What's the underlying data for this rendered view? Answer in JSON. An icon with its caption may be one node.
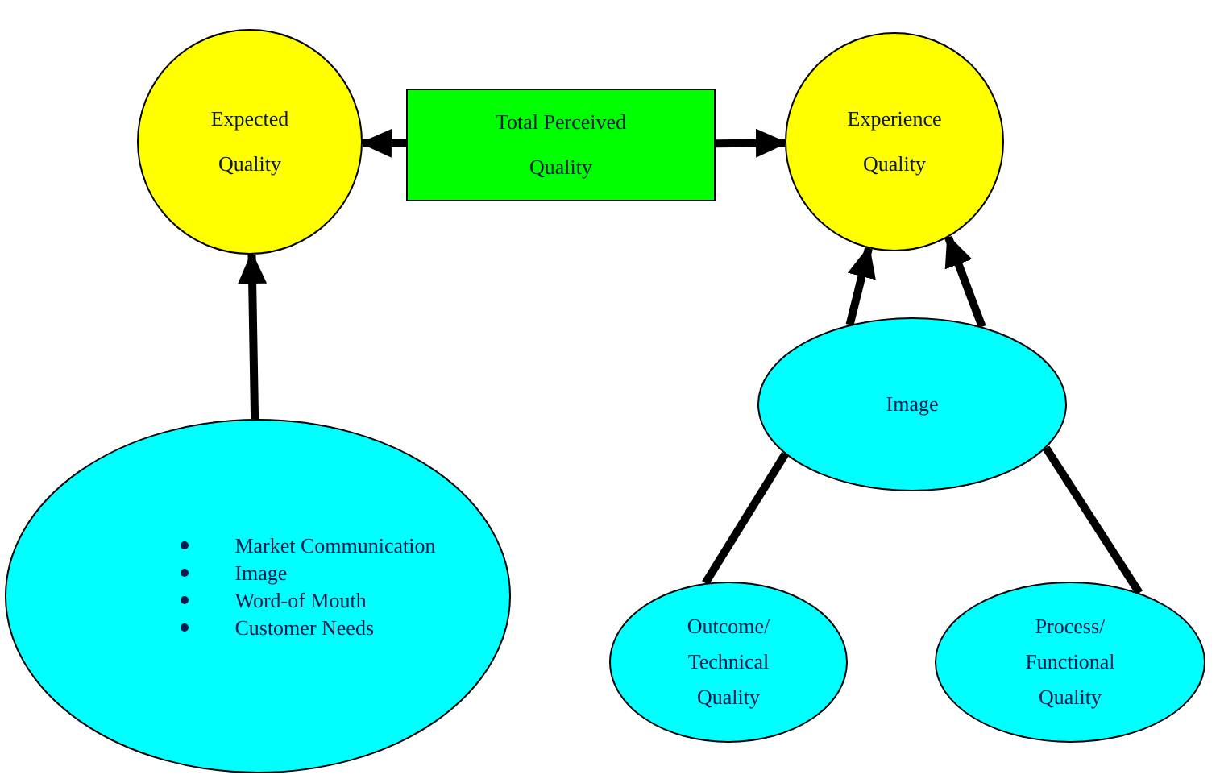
{
  "diagram": {
    "nodes": [
      {
        "text": [
          "Expected Quality"
        ]
      },
      {
        "text": [
          "Total Perceived Quality"
        ]
      },
      {
        "text": [
          "Experience Quality"
        ]
      },
      {
        "text": [
          "Market Communication",
          "Image",
          "Word-of Mouth",
          "Customer Needs"
        ]
      },
      {
        "text": [
          "Image"
        ]
      },
      {
        "text": [
          "Outcome/ Technical Quality"
        ]
      },
      {
        "text": [
          "Process/ Functional Quality"
        ]
      }
    ],
    "edges": [
      {
        "from": 1,
        "to": 0,
        "arrow": "to"
      },
      {
        "from": 1,
        "to": 2,
        "arrow": "to"
      },
      {
        "from": 3,
        "to": 0,
        "arrow": "to"
      },
      {
        "from": 4,
        "to": 2,
        "arrow": "to"
      },
      {
        "from": 4,
        "to": 2,
        "arrow": "to"
      },
      {
        "from": 5,
        "to": 4,
        "arrow": "none"
      },
      {
        "from": 6,
        "to": 4,
        "arrow": "none"
      }
    ]
  }
}
